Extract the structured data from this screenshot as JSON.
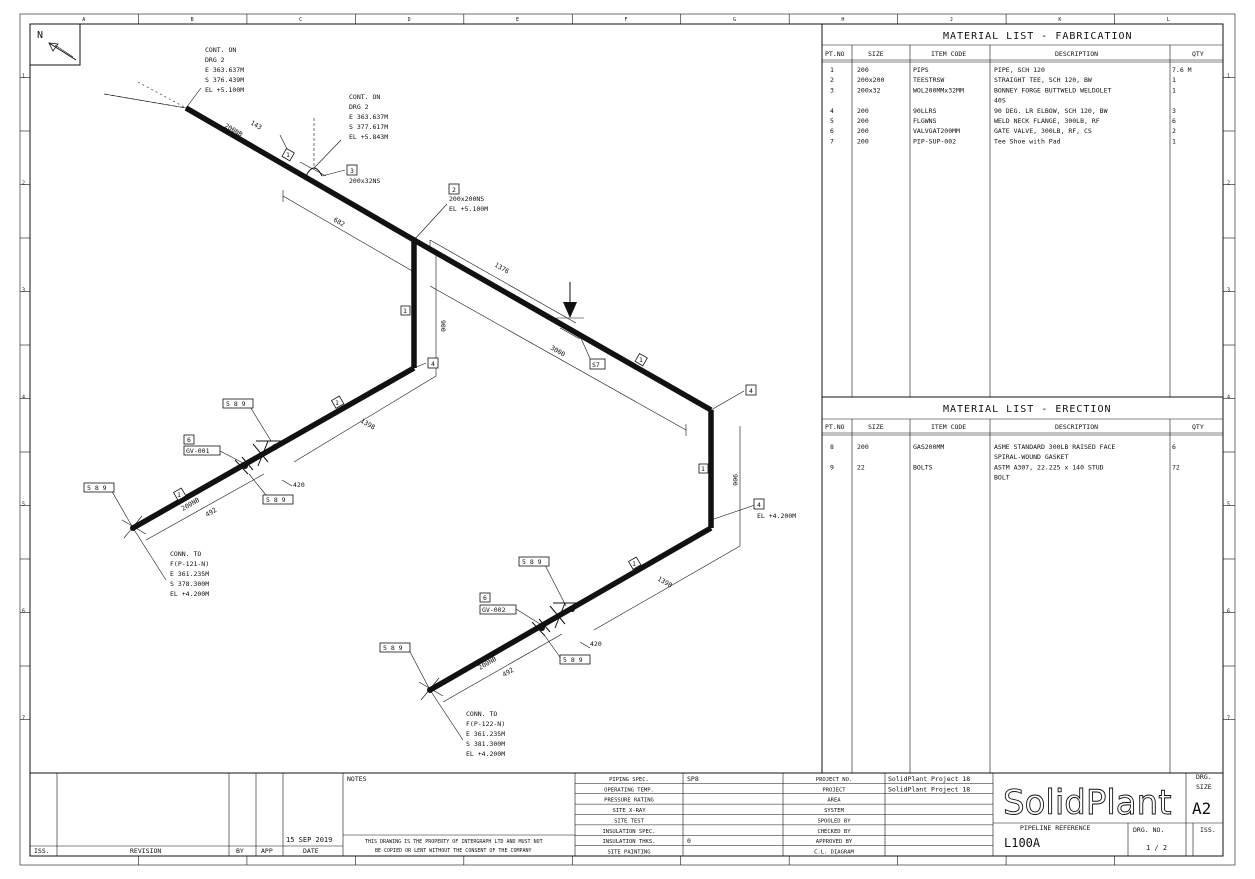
{
  "grid": {
    "columns": [
      "A",
      "B",
      "C",
      "D",
      "E",
      "F",
      "G",
      "H",
      "J",
      "K",
      "L"
    ],
    "rows": [
      "1",
      "2",
      "3",
      "4",
      "5",
      "6",
      "7"
    ]
  },
  "north_label": "N",
  "isometric": {
    "cont_1": [
      "CONT. ON",
      "DRG 2",
      "E 363.637M",
      "S 376.439M",
      "EL +5.100M"
    ],
    "cont_2": [
      "CONT. ON",
      "DRG 2",
      "E 363.637M",
      "S 377.617M",
      "EL +5.843M"
    ],
    "conn_1": [
      "CONN. TO",
      "F(P-121-N)",
      "E 361.235M",
      "S 378.300M",
      "EL +4.200M"
    ],
    "conn_2": [
      "CONN. TO",
      "F(P-122-N)",
      "E 361.235M",
      "S 381.300M",
      "EL +4.200M"
    ],
    "tee_label": [
      "200x200NS",
      "EL +5.100M"
    ],
    "olet_label": "200x32NS",
    "el_right": "EL +4.200M",
    "dims": {
      "d143": "143",
      "d200nb_top": "200NB",
      "d682": "682",
      "d1376": "1376",
      "d3000": "3000",
      "d900_left": "900",
      "d900_right": "900",
      "d1398_a": "1398",
      "d1398_b": "1398",
      "d420_a": "420",
      "d420_b": "420",
      "d492_a": "492",
      "d492_b": "492",
      "d200nb_a": "200NB",
      "d200nb_b": "200NB"
    },
    "tags": {
      "t1a": "1",
      "t1b": "1",
      "t1c": "1",
      "t1d": "1",
      "t1e": "1",
      "t1f": "1",
      "t1g": "1",
      "t2": "2",
      "t3": "3",
      "t4a": "4",
      "t4b": "4",
      "t4c": "4",
      "t6a": "6",
      "t6b": "6",
      "gv1": "GV-001",
      "gv2": "GV-002",
      "s7": "S7",
      "f1": "5 8 9",
      "f2": "5 8 9",
      "f3": "5 8 9",
      "f4": "5 8 9",
      "f5": "5 8 9",
      "f6": "5 8 9"
    }
  },
  "fabrication": {
    "title": "MATERIAL LIST - FABRICATION",
    "headers": [
      "PT.NO",
      "SIZE",
      "ITEM CODE",
      "DESCRIPTION",
      "QTY"
    ],
    "rows": [
      [
        "1",
        "200",
        "PIPS",
        "PIPE, SCH 120",
        "7.6 M"
      ],
      [
        "2",
        "200x200",
        "TEESTRSW",
        "STRAIGHT TEE, SCH 120, BW",
        "1"
      ],
      [
        "3",
        "200x32",
        "WOL200MMx32MM",
        "BONNEY FORGE BUTTWELD WELDOLET",
        "1"
      ],
      [
        "",
        "",
        "",
        "40S",
        ""
      ],
      [
        "4",
        "200",
        "90LLRS",
        "90 DEG. LR ELBOW, SCH 120, BW",
        "3"
      ],
      [
        "5",
        "200",
        "FLGWNS",
        "WELD NECK FLANGE, 300LB, RF",
        "6"
      ],
      [
        "6",
        "200",
        "VALVGAT200MM",
        "GATE VALVE, 300LB, RF, CS",
        "2"
      ],
      [
        "7",
        "200",
        "PIP-SUP-002",
        "Tee Shoe with Pad",
        "1"
      ]
    ]
  },
  "erection": {
    "title": "MATERIAL LIST - ERECTION",
    "headers": [
      "PT.NO",
      "SIZE",
      "ITEM CODE",
      "DESCRIPTION",
      "QTY"
    ],
    "rows": [
      [
        "8",
        "200",
        "GAS200MM",
        "ASME STANDARD 300LB RAISED FACE",
        "6"
      ],
      [
        "",
        "",
        "",
        "SPIRAL-WOUND GASKET",
        ""
      ],
      [
        "9",
        "22",
        "BOLTS",
        "ASTM A307, 22.225 x 140 STUD",
        "72"
      ],
      [
        "",
        "",
        "",
        "BOLT",
        ""
      ]
    ]
  },
  "title_block": {
    "notes": "NOTES",
    "iss": "ISS.",
    "revision": "REVISION",
    "by": "BY",
    "app": "APP",
    "date_label": "DATE",
    "date": "15 SEP 2019",
    "disclaimer_1": "THIS DRAWING IS THE PROPERTY OF INTERGRAPH LTD AND MUST NOT",
    "disclaimer_2": "BE COPIED OR LENT WITHOUT THE CONSENT OF THE COMPANY",
    "spec_labels": [
      "PIPING SPEC.",
      "OPERATING TEMP.",
      "PRESSURE RATING",
      "SITE X-RAY",
      "SITE TEST",
      "INSULATION SPEC.",
      "INSULATION THKS.",
      "SITE PAINTING"
    ],
    "spec_values": [
      "SP8",
      "",
      "",
      "",
      "",
      "",
      "0",
      ""
    ],
    "proj_labels": [
      "PROJECT NO.",
      "PROJECT",
      "AREA",
      "SYSTEM",
      "SPOOLED BY",
      "CHECKED BY",
      "APPROVED BY",
      "C.L. DIAGRAM"
    ],
    "proj_values": [
      "SolidPlant Project 18",
      "SolidPlant Project 18",
      "",
      "",
      "",
      "",
      "",
      ""
    ],
    "logo": "SolidPlant",
    "drg_size_label_1": "DRG.",
    "drg_size_label_2": "SIZE",
    "drg_size": "A2",
    "pipeline_ref_label": "PIPELINE REFERENCE",
    "pipeline_ref": "L100A",
    "drg_no_label": "DRG. NO.",
    "drg_no": "1 / 2",
    "iss_label": "ISS."
  }
}
